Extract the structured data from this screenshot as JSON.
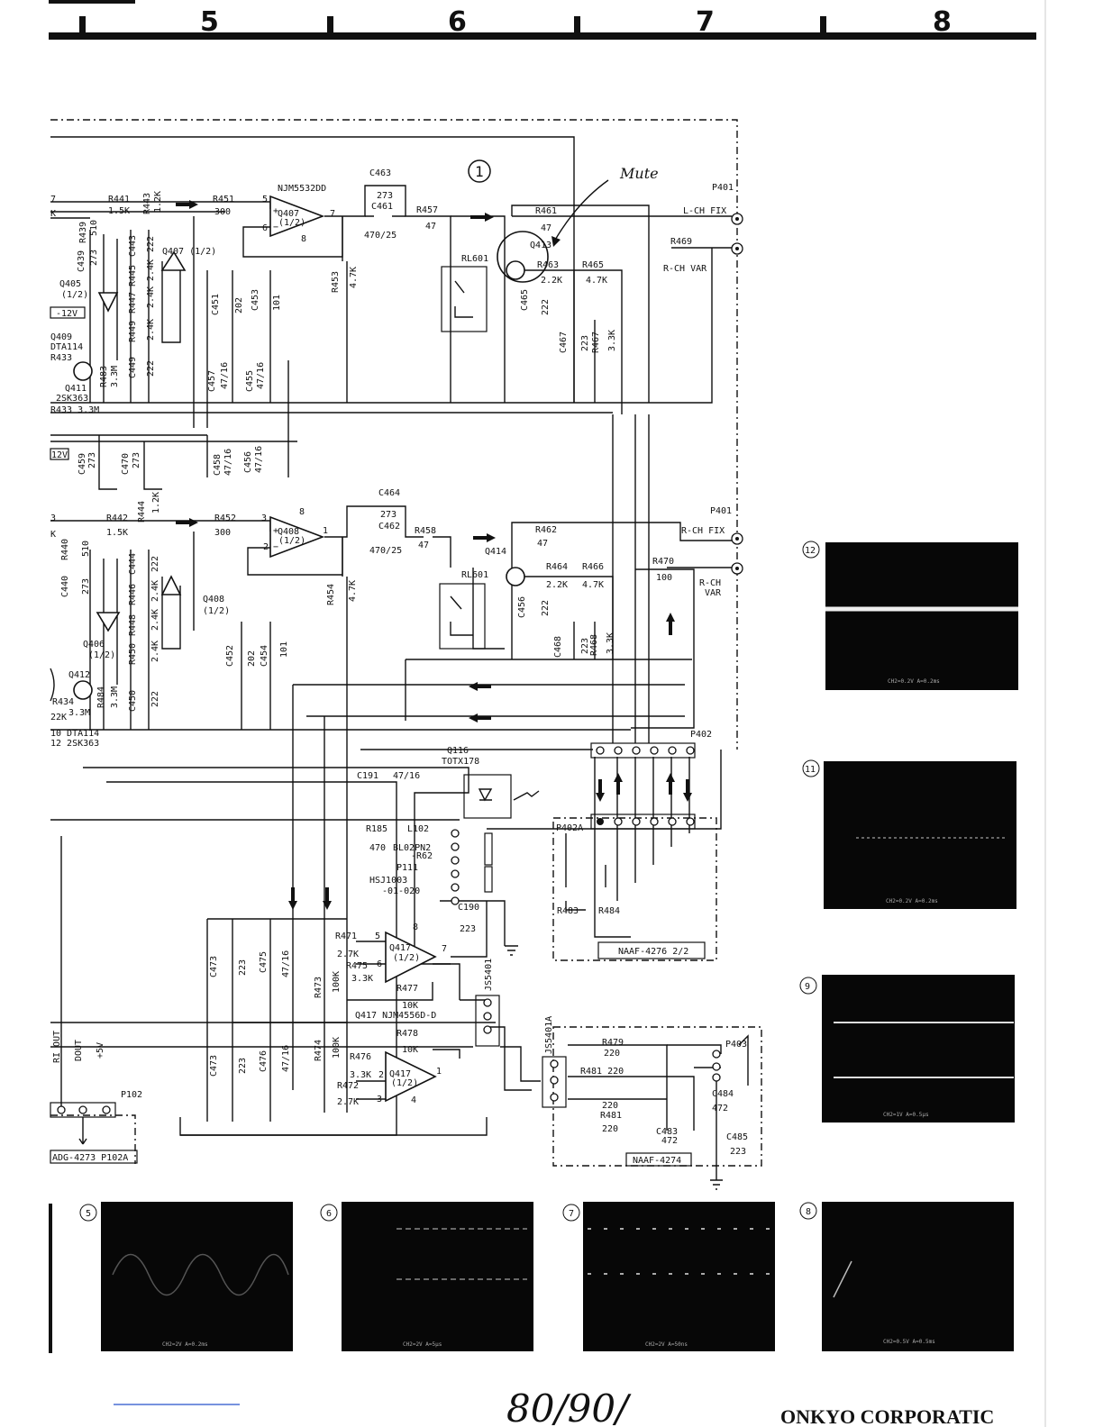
{
  "header": {
    "columns": [
      "5",
      "6",
      "7",
      "8"
    ]
  },
  "components": {
    "r441": [
      "R441",
      "1.5K"
    ],
    "r443": [
      "R443",
      "1.2K"
    ],
    "r451": [
      "R451",
      "300"
    ],
    "r439": [
      "R439",
      "510"
    ],
    "c439": [
      "C439",
      "273"
    ],
    "c443": [
      "C443",
      "222"
    ],
    "r445": [
      "R445",
      "2.4K"
    ],
    "r447": [
      "R447",
      "2.4K"
    ],
    "r449": [
      "R449",
      "2.4K"
    ],
    "c449": [
      "C449",
      "222"
    ],
    "q405": [
      "Q405",
      "(1/2)"
    ],
    "q407_half": "Q407 (1/2)",
    "neg12a": "-12V",
    "q409": [
      "Q409",
      "DTA114"
    ],
    "r433": "R433",
    "r483": [
      "R483",
      "3.3M"
    ],
    "q411": [
      "Q411",
      "2SK363"
    ],
    "r433_3m": "R433 3.3M",
    "ic_q407": [
      "NJM5532DD",
      "Q407",
      "(1/2)"
    ],
    "c463": [
      "C463",
      "273"
    ],
    "c461": [
      "C461",
      "470/25"
    ],
    "r457": [
      "R457",
      "47"
    ],
    "r453": [
      "R453",
      "4.7K"
    ],
    "c451": [
      "C451",
      "202"
    ],
    "c453": [
      "C453",
      "101"
    ],
    "c457": [
      "C457",
      "47/16"
    ],
    "c455": [
      "C455",
      "47/16"
    ],
    "mark1": "1",
    "mute_note": "Mute",
    "r461": [
      "R461",
      "47"
    ],
    "q413": "Q413",
    "r463": [
      "R463",
      "2.2K"
    ],
    "r465": [
      "R465",
      "4.7K"
    ],
    "c465": [
      "C465",
      "222"
    ],
    "c467": [
      "C467",
      "223"
    ],
    "r467": [
      "R467",
      "3.3K"
    ],
    "rl601": "RL601",
    "p401": "P401",
    "lch_fix": "L-CH FIX",
    "r469": "R469",
    "rch_var": "R-CH VAR",
    "neg12b": "12V",
    "c459": [
      "C459",
      "273"
    ],
    "c470": [
      "C470",
      "273"
    ],
    "c458": [
      "C458",
      "47/16"
    ],
    "c456x": [
      "C456",
      "47/16"
    ],
    "r442": [
      "R442",
      "1.5K"
    ],
    "r444": [
      "R444",
      "1.2K"
    ],
    "r452": [
      "R452",
      "300"
    ],
    "r440": [
      "R440",
      "510"
    ],
    "c440": [
      "C440",
      "273"
    ],
    "c444": [
      "C444",
      "222"
    ],
    "r446": [
      "R446",
      "2.4K"
    ],
    "r448": [
      "R448",
      "2.4K"
    ],
    "r450": [
      "R450",
      "2.4K"
    ],
    "c450": [
      "C450",
      "222"
    ],
    "q406": [
      "Q406",
      "(1/2)"
    ],
    "q408_half": [
      "Q408",
      "(1/2)"
    ],
    "q412": "Q412",
    "r484": [
      "R484",
      "3.3M"
    ],
    "r434": [
      "R434",
      "22K",
      "3.3M"
    ],
    "dta_bottom": [
      "10 DTA114",
      "12 2SK363"
    ],
    "ic_q408": [
      "Q408",
      "(1/2)"
    ],
    "c464": [
      "C464",
      "273"
    ],
    "c462": [
      "C462",
      "470/25"
    ],
    "r458": [
      "R458",
      "47"
    ],
    "r454": [
      "R454",
      "4.7K"
    ],
    "c452": [
      "C452",
      "202"
    ],
    "c454": [
      "C454",
      "101"
    ],
    "r462": [
      "R462",
      "47"
    ],
    "q414": "Q414",
    "r464": [
      "R464",
      "2.2K"
    ],
    "r466": [
      "R466",
      "4.7K"
    ],
    "c466": [
      "C456",
      "222"
    ],
    "c468": [
      "C468",
      "223"
    ],
    "r468": [
      "R468",
      "3.3K"
    ],
    "rl601b": "RL601",
    "p401b": "P401",
    "rch_fix": "R-CH FIX",
    "r470": [
      "R470",
      "100"
    ],
    "rch_var2": [
      "R-CH",
      "VAR"
    ],
    "p402": "P402",
    "q116": [
      "Q116",
      "TOTX178"
    ],
    "c191": [
      "C191",
      "47/16"
    ],
    "r185": [
      "R185",
      "470"
    ],
    "l102": [
      "L102",
      "BL02PN2",
      "-R62"
    ],
    "p111": "P111",
    "hsj": [
      "HSJ1003",
      "-01-020"
    ],
    "c190": [
      "C190",
      "223"
    ],
    "p402a": "P402A",
    "r483b": "R483",
    "r484b": "R484",
    "naaf4276": "NAAF-4276  2/2",
    "c473a": [
      "C473",
      "223"
    ],
    "c475": [
      "C475",
      "47/16"
    ],
    "r473": [
      "R473",
      "100K"
    ],
    "r471": [
      "R471",
      "2.7K"
    ],
    "r475": [
      "R475",
      "3.3K"
    ],
    "q417a": [
      "Q417",
      "(1/2)"
    ],
    "r477": [
      "R477",
      "10K"
    ],
    "js5401": "JS5401",
    "q417_njm": "Q417  NJM4556D-D",
    "c473b": [
      "C473",
      "223"
    ],
    "c476": [
      "C476",
      "47/16"
    ],
    "r474": [
      "R474",
      "100K"
    ],
    "r478": [
      "R478",
      "10K"
    ],
    "r476": [
      "R476",
      "3.3K"
    ],
    "r472": [
      "R472",
      "2.7K"
    ],
    "q417b": [
      "Q417",
      "(1/2)"
    ],
    "js5401a": "JS5401A",
    "r479": [
      "R479",
      "220"
    ],
    "r481a": "R481  220",
    "r481b": [
      "220",
      "R481",
      "220"
    ],
    "p403": "P403",
    "c484": [
      "C484",
      "472"
    ],
    "c483": [
      "C483",
      "472"
    ],
    "c485": [
      "C485",
      "223"
    ],
    "naaf4274": "NAAF-4274",
    "rs_out": [
      "RI OUT",
      "DOUT",
      "+5V"
    ],
    "p102": "P102",
    "adg": "ADG-4273  P102A",
    "pin_nums": [
      "5",
      "6",
      "7",
      "8",
      "1",
      "2",
      "3",
      "4"
    ]
  },
  "waveforms": [
    {
      "mark": "12",
      "readout": "CH2=0.2V   A=0.2ms"
    },
    {
      "mark": "11",
      "readout": "CH2=0.2V   A=0.2ms"
    },
    {
      "mark": "9",
      "readout": "CH2=1V    A=0.5µs"
    },
    {
      "mark": "5",
      "readout": "CH2=2V    A=0.2ms"
    },
    {
      "mark": "6",
      "readout": "CH2=2V    A=5µs"
    },
    {
      "mark": "7",
      "readout": "CH2=2V    A=50ns"
    },
    {
      "mark": "8",
      "readout": "CH2=0.5V   A=0.5ms"
    }
  ],
  "footer": {
    "handwriting": "80/90/",
    "company": "ONKYO CORPORATIC"
  }
}
